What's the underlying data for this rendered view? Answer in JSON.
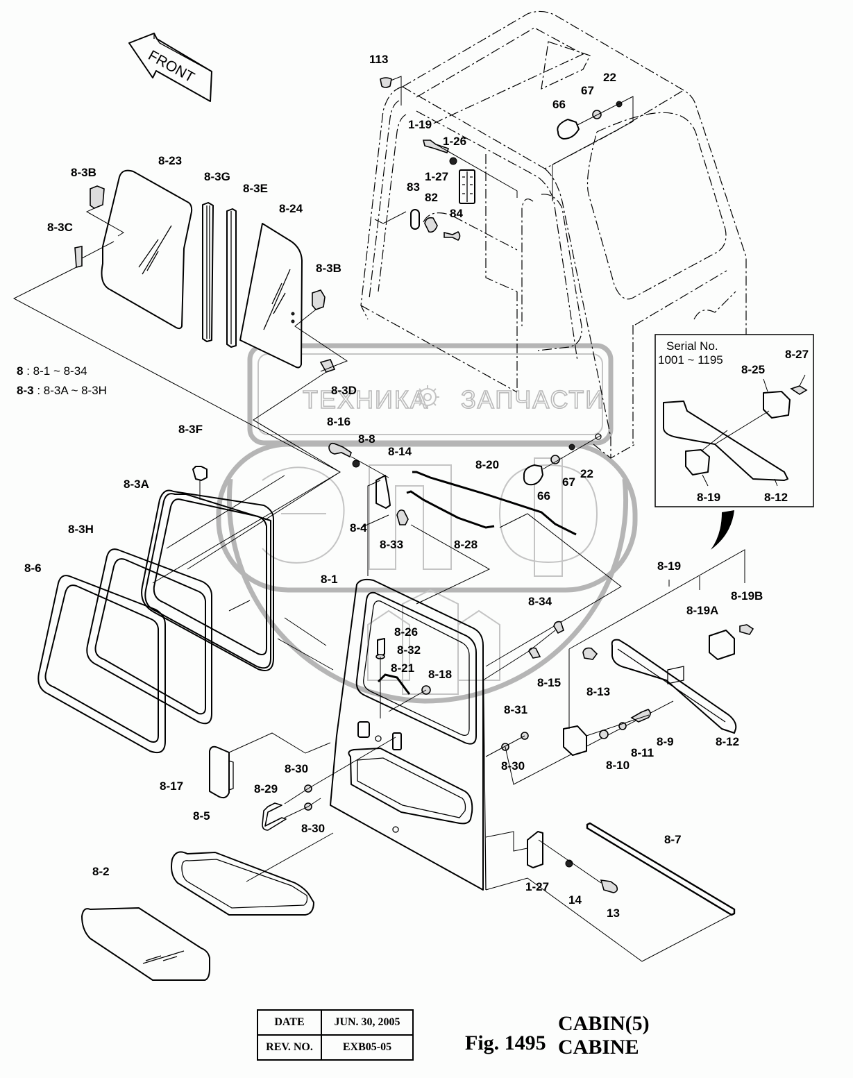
{
  "direction_arrow": {
    "label": "FRONT"
  },
  "group_notes": [
    {
      "key": "8",
      "range": ": 8-1 ~ 8-34"
    },
    {
      "key": "8-3",
      "range": ": 8-3A ~ 8-3H"
    }
  ],
  "watermark": {
    "text_left": "ТЕХНИКА",
    "text_right": "ЗАПЧАСТИ",
    "logo": "ЭПФ"
  },
  "serial_inset": {
    "title": "Serial No.",
    "range": "1001 ~ 1195",
    "labels": [
      "8-27",
      "8-25",
      "8-19",
      "8-12"
    ]
  },
  "part_labels": {
    "p113": "113",
    "p22a": "22",
    "p67a": "67",
    "p66a": "66",
    "p1_19": "1-19",
    "p1_26": "1-26",
    "p1_27a": "1-27",
    "p83": "83",
    "p82": "82",
    "p84": "84",
    "p8_23": "8-23",
    "p8_3G": "8-3G",
    "p8_3E": "8-3E",
    "p8_24": "8-24",
    "p8_3Ba": "8-3B",
    "p8_3C": "8-3C",
    "p8_3Bb": "8-3B",
    "p8_3D": "8-3D",
    "p8_3F": "8-3F",
    "p8_3A": "8-3A",
    "p8_3H": "8-3H",
    "p8_6": "8-6",
    "p8_16": "8-16",
    "p8_8": "8-8",
    "p8_14": "8-14",
    "p8_20": "8-20",
    "p8_4": "8-4",
    "p8_33": "8-33",
    "p8_28": "8-28",
    "p66b": "66",
    "p67b": "67",
    "p22b": "22",
    "p8_1": "8-1",
    "p8_26": "8-26",
    "p8_32": "8-32",
    "p8_21": "8-21",
    "p8_18": "8-18",
    "p8_34": "8-34",
    "p8_15": "8-15",
    "p8_31": "8-31",
    "p8_30a": "8-30",
    "p8_19": "8-19",
    "p8_19A": "8-19A",
    "p8_19B": "8-19B",
    "p8_13": "8-13",
    "p8_12": "8-12",
    "p8_9": "8-9",
    "p8_11": "8-11",
    "p8_10": "8-10",
    "p8_17": "8-17",
    "p8_29": "8-29",
    "p8_30b": "8-30",
    "p8_30c": "8-30",
    "p8_5": "8-5",
    "p8_2": "8-2",
    "p8_7": "8-7",
    "p1_27b": "1-27",
    "p14": "14",
    "p13": "13"
  },
  "title_block": {
    "date_label": "DATE",
    "date_value": "JUN. 30, 2005",
    "rev_label": "REV. NO.",
    "rev_value": "EXB05-05",
    "fig_number": "Fig. 1495",
    "title_en": "CABIN(5)",
    "title_fr": "CABINE"
  }
}
